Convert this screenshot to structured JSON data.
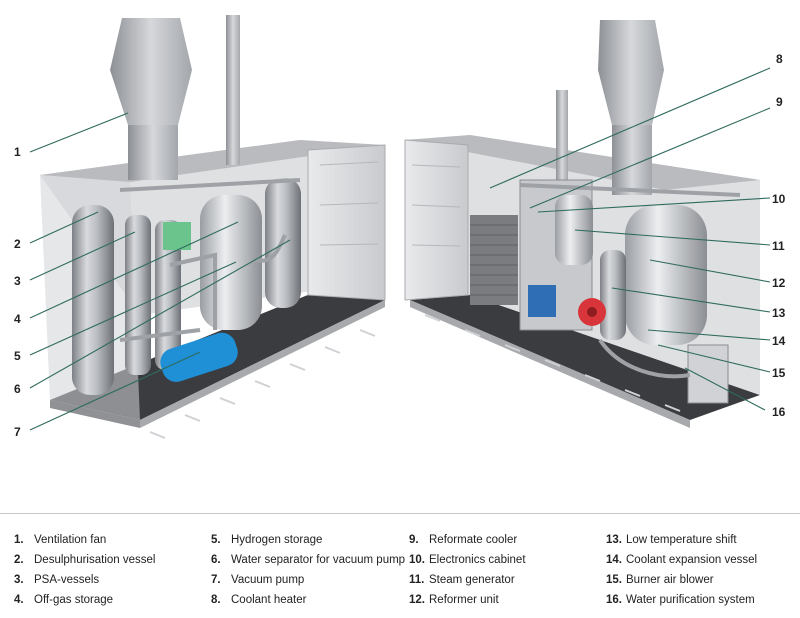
{
  "callouts": [
    {
      "number": "1",
      "label": "Ventilation fan"
    },
    {
      "number": "2",
      "label": "Desulphurisation vessel"
    },
    {
      "number": "3",
      "label": "PSA-vessels"
    },
    {
      "number": "4",
      "label": "Off-gas storage"
    },
    {
      "number": "5",
      "label": "Hydrogen storage"
    },
    {
      "number": "6",
      "label": "Water separator for vacuum pump"
    },
    {
      "number": "7",
      "label": "Vacuum pump"
    },
    {
      "number": "8",
      "label": "Coolant heater"
    },
    {
      "number": "9",
      "label": "Reformate cooler"
    },
    {
      "number": "10",
      "label": "Electronics cabinet"
    },
    {
      "number": "11",
      "label": "Steam generator"
    },
    {
      "number": "12",
      "label": "Reformer unit"
    },
    {
      "number": "13",
      "label": "Low temperature shift"
    },
    {
      "number": "14",
      "label": "Coolant expansion vessel"
    },
    {
      "number": "15",
      "label": "Burner air blower"
    },
    {
      "number": "16",
      "label": "Water purification system"
    }
  ],
  "legend_items": [
    {
      "number": "1.",
      "label": "Ventilation fan"
    },
    {
      "number": "2.",
      "label": "Desulphurisation vessel"
    },
    {
      "number": "3.",
      "label": "PSA-vessels"
    },
    {
      "number": "4.",
      "label": "Off-gas storage"
    },
    {
      "number": "5.",
      "label": "Hydrogen storage"
    },
    {
      "number": "6.",
      "label": "Water separator for vacuum pump"
    },
    {
      "number": "7.",
      "label": "Vacuum pump"
    },
    {
      "number": "8.",
      "label": "Coolant heater"
    },
    {
      "number": "9.",
      "label": "Reformate cooler"
    },
    {
      "number": "10.",
      "label": "Electronics cabinet"
    },
    {
      "number": "11.",
      "label": "Steam generator"
    },
    {
      "number": "12.",
      "label": "Reformer unit"
    },
    {
      "number": "13.",
      "label": "Low temperature shift"
    },
    {
      "number": "14.",
      "label": "Coolant expansion vessel"
    },
    {
      "number": "15.",
      "label": "Burner air blower"
    },
    {
      "number": "16.",
      "label": "Water purification system"
    }
  ],
  "colors": {
    "leader": "#2f6b5e",
    "pump": "#1f8fd6",
    "panel": "#6cc48d",
    "cabinet": "#2f6db5",
    "flywheel": "#d8353a"
  }
}
